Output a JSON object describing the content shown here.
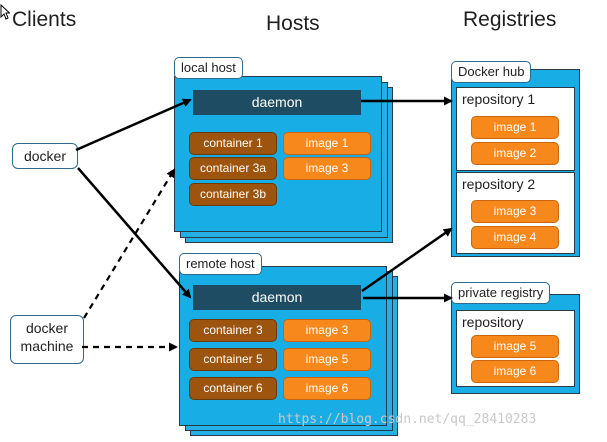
{
  "columns": {
    "clients": "Clients",
    "hosts": "Hosts",
    "registries": "Registries"
  },
  "clients": {
    "docker": "docker",
    "docker_machine": "docker\nmachine"
  },
  "local_host": {
    "label": "local host",
    "daemon": "daemon",
    "containers": [
      "container 1",
      "container 3a",
      "container 3b"
    ],
    "images": [
      "image 1",
      "image 3"
    ]
  },
  "remote_host": {
    "label": "remote host",
    "daemon": "daemon",
    "containers": [
      "container 3",
      "container 5",
      "container 6"
    ],
    "images": [
      "image 3",
      "image 5",
      "image 6"
    ]
  },
  "docker_hub": {
    "label": "Docker hub",
    "repositories": [
      {
        "name": "repository 1",
        "images": [
          "image 1",
          "image 2"
        ]
      },
      {
        "name": "repository 2",
        "images": [
          "image 3",
          "image 4"
        ]
      }
    ]
  },
  "private_registry": {
    "label": "private registry",
    "repository": {
      "name": "repository",
      "images": [
        "image 5",
        "image 6"
      ]
    }
  },
  "watermark": "https://blog.csdn.net/qq_28410283",
  "colors": {
    "host_blue": "#19ade6",
    "daemon_navy": "#1e4d63",
    "container_brown": "#9c540e",
    "image_orange": "#f7891c"
  }
}
